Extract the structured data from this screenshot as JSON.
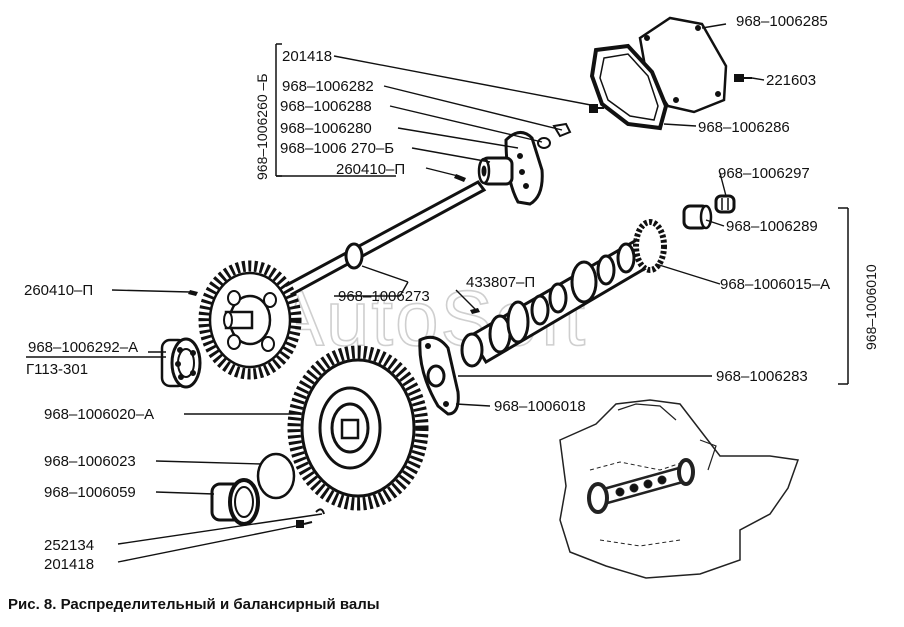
{
  "watermark": "AutoSoft",
  "caption": "Рис. 8. Распределительный и балансирный валы",
  "labels": {
    "l01": "968–1006285",
    "l02": "221603",
    "l03": "968–1006286",
    "l04": "201418",
    "l05": "968–1006282",
    "l06": "968–1006288",
    "l07": "968–1006280",
    "l08": "968–1006 270–Б",
    "l09": "260410–П",
    "l10": "968–1006297",
    "l11": "968–1006289",
    "l12": "260410–П",
    "l13": "968–1006273",
    "l14": "433807–П",
    "l15": "968–1006015–А",
    "l16": "968–1006292–А",
    "l17": "Г113-301",
    "l18": "968–1006283",
    "l19": "968–1006018",
    "l20": "968–1006020–А",
    "l21": "968–1006023",
    "l22": "968–1006059",
    "l23": "252134",
    "l24": "201418"
  },
  "group_labels": {
    "g1": "968–1006260 –Б",
    "g2": "968–1006010"
  }
}
